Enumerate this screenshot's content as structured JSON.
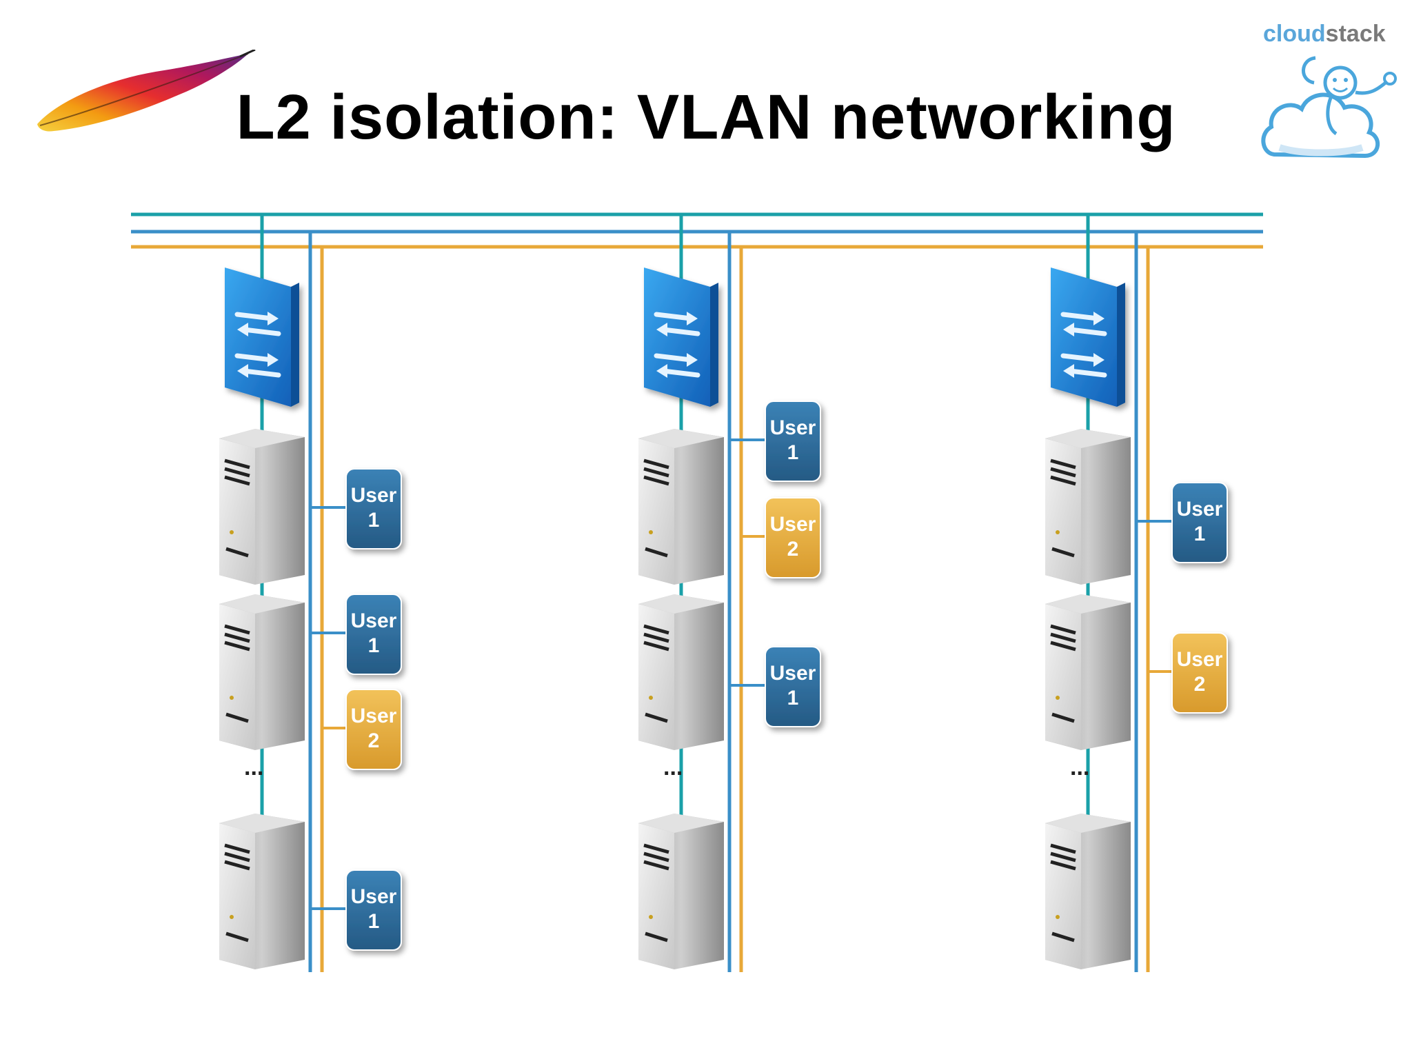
{
  "slide": {
    "title": "L2 isolation: VLAN networking",
    "logo_right": {
      "word_part1": "cloud",
      "word_part2": "stack"
    },
    "logo_left_icon": "feather-icon"
  },
  "colors": {
    "vlan_teal": "#1aa0a8",
    "vlan_blue": "#3a8fc8",
    "vlan_orange": "#e8a838",
    "user1_box": "#2e6e9e",
    "user2_box": "#e0a83a",
    "switch_blue": "#1e88d8"
  },
  "diagram": {
    "racks": [
      {
        "id": "rack-1",
        "servers": 3,
        "ellipsis": "...",
        "vms": [
          {
            "line1": "User",
            "line2": "1",
            "user": 1,
            "server": 0
          },
          {
            "line1": "User",
            "line2": "1",
            "user": 1,
            "server": 1
          },
          {
            "line1": "User",
            "line2": "2",
            "user": 2,
            "server": 1
          },
          {
            "line1": "User",
            "line2": "1",
            "user": 1,
            "server": 2
          }
        ]
      },
      {
        "id": "rack-2",
        "servers": 3,
        "ellipsis": "...",
        "vms": [
          {
            "line1": "User",
            "line2": "1",
            "user": 1,
            "server": 0
          },
          {
            "line1": "User",
            "line2": "2",
            "user": 2,
            "server": 0
          },
          {
            "line1": "User",
            "line2": "1",
            "user": 1,
            "server": 1
          }
        ]
      },
      {
        "id": "rack-3",
        "servers": 3,
        "ellipsis": "...",
        "vms": [
          {
            "line1": "User",
            "line2": "1",
            "user": 1,
            "server": 0
          },
          {
            "line1": "User",
            "line2": "2",
            "user": 2,
            "server": 1
          }
        ]
      }
    ]
  }
}
